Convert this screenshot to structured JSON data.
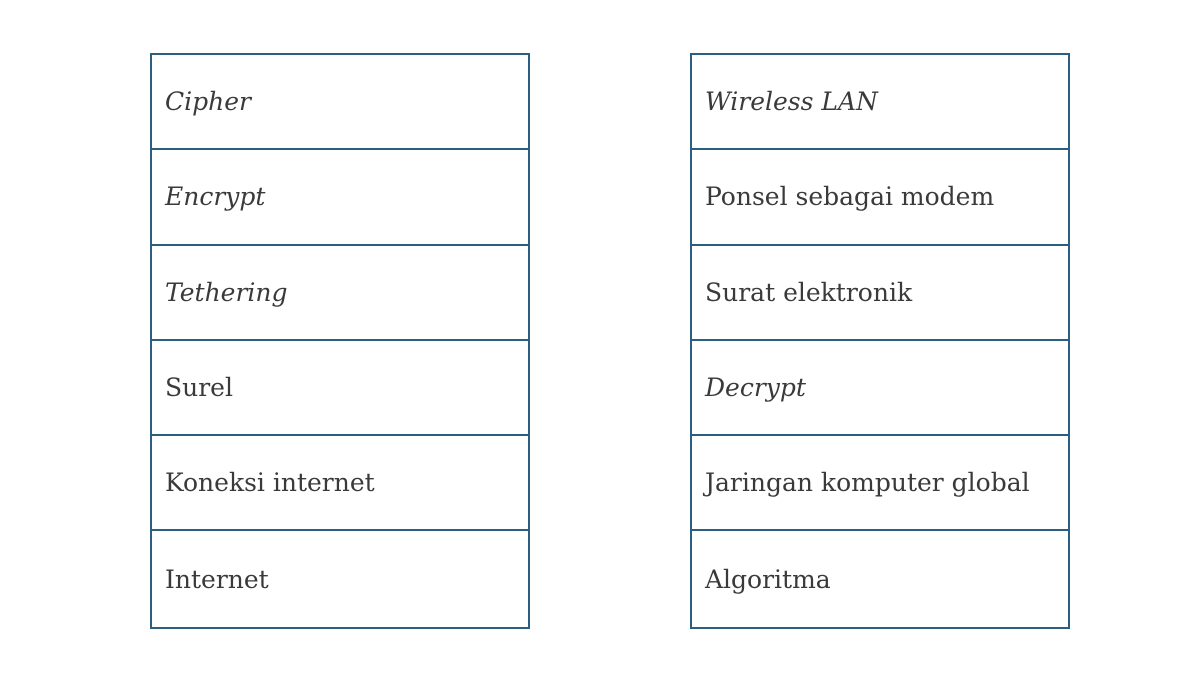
{
  "left_column": [
    {
      "text": "Cipher",
      "italic": true
    },
    {
      "text": "Encrypt",
      "italic": true
    },
    {
      "text": "Tethering",
      "italic": true
    },
    {
      "text": "Surel",
      "italic": false
    },
    {
      "text": "Koneksi internet",
      "italic": false
    },
    {
      "text": "Internet",
      "italic": false
    }
  ],
  "right_column": [
    {
      "text": "Wireless LAN",
      "italic": true
    },
    {
      "text": "Ponsel sebagai modem",
      "italic": false
    },
    {
      "text": "Surat elektronik",
      "italic": false
    },
    {
      "text": "Decrypt",
      "italic": true
    },
    {
      "text": "Jaringan komputer global",
      "italic": false
    },
    {
      "text": "Algoritma",
      "italic": false
    }
  ],
  "colors": {
    "border": "#2c5f7f",
    "text": "#3a3a3a",
    "background": "#ffffff"
  }
}
